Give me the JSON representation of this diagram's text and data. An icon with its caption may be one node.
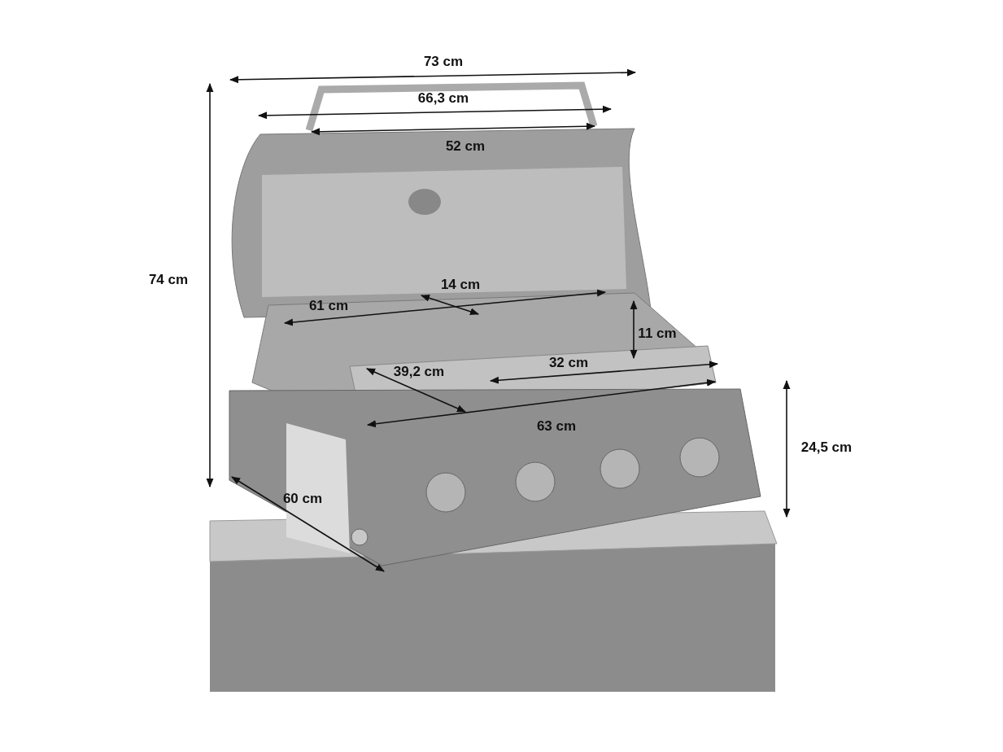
{
  "diagram": {
    "labels": [
      "73 cm",
      "66,3 cm",
      "52 cm",
      "74 cm",
      "14 cm",
      "61 cm",
      "11 cm",
      "32 cm",
      "39,2 cm",
      "63 cm",
      "24,5 cm",
      "60 cm"
    ]
  }
}
